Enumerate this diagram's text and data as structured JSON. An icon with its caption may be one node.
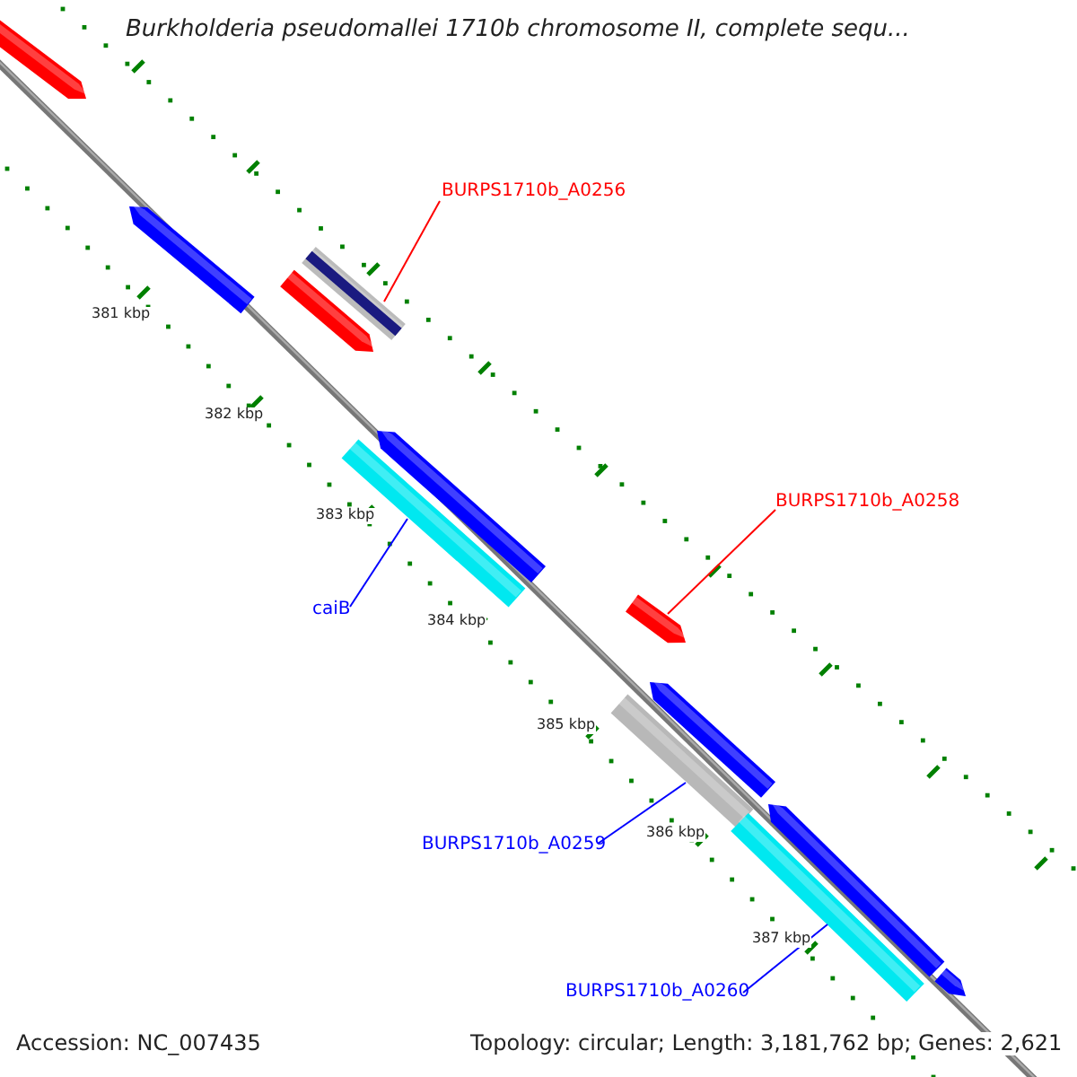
{
  "diagram": {
    "title": "Burkholderia pseudomallei 1710b chromosome II, complete sequ...",
    "nodes": [
      {
        "text": [
          "BURPS1710b_A0256"
        ]
      },
      {
        "text": [],
        "shape": "bar"
      },
      {
        "text": [
          "BURPS1710b_A0258"
        ]
      },
      {
        "text": [],
        "shape": "bar"
      },
      {
        "text": [
          "caiB"
        ]
      },
      {
        "text": [],
        "shape": "bar"
      },
      {
        "text": [
          "BURPS1710b_A0259"
        ]
      },
      {
        "text": [],
        "shape": "bar"
      },
      {
        "text": [
          "BURPS1710b_A0260"
        ]
      },
      {
        "text": [],
        "shape": "bar"
      }
    ],
    "edges": [
      {
        "from": 0,
        "to": 1,
        "arrow": "none",
        "color": "#ff0000"
      },
      {
        "from": 2,
        "to": 3,
        "arrow": "none",
        "color": "#ff0000"
      },
      {
        "from": 4,
        "to": 5,
        "arrow": "none"
      },
      {
        "from": 6,
        "to": 7,
        "arrow": "none"
      },
      {
        "from": 8,
        "to": 9,
        "arrow": "none"
      }
    ],
    "labels": [
      "381 kbp",
      "382 kbp",
      "383 kbp",
      "384 kbp",
      "385 kbp",
      "386 kbp",
      "387 kbp",
      "Accession: NC_007435",
      "Topology: circular; Length: 3,181,762 bp; Genes: 2,621"
    ]
  }
}
